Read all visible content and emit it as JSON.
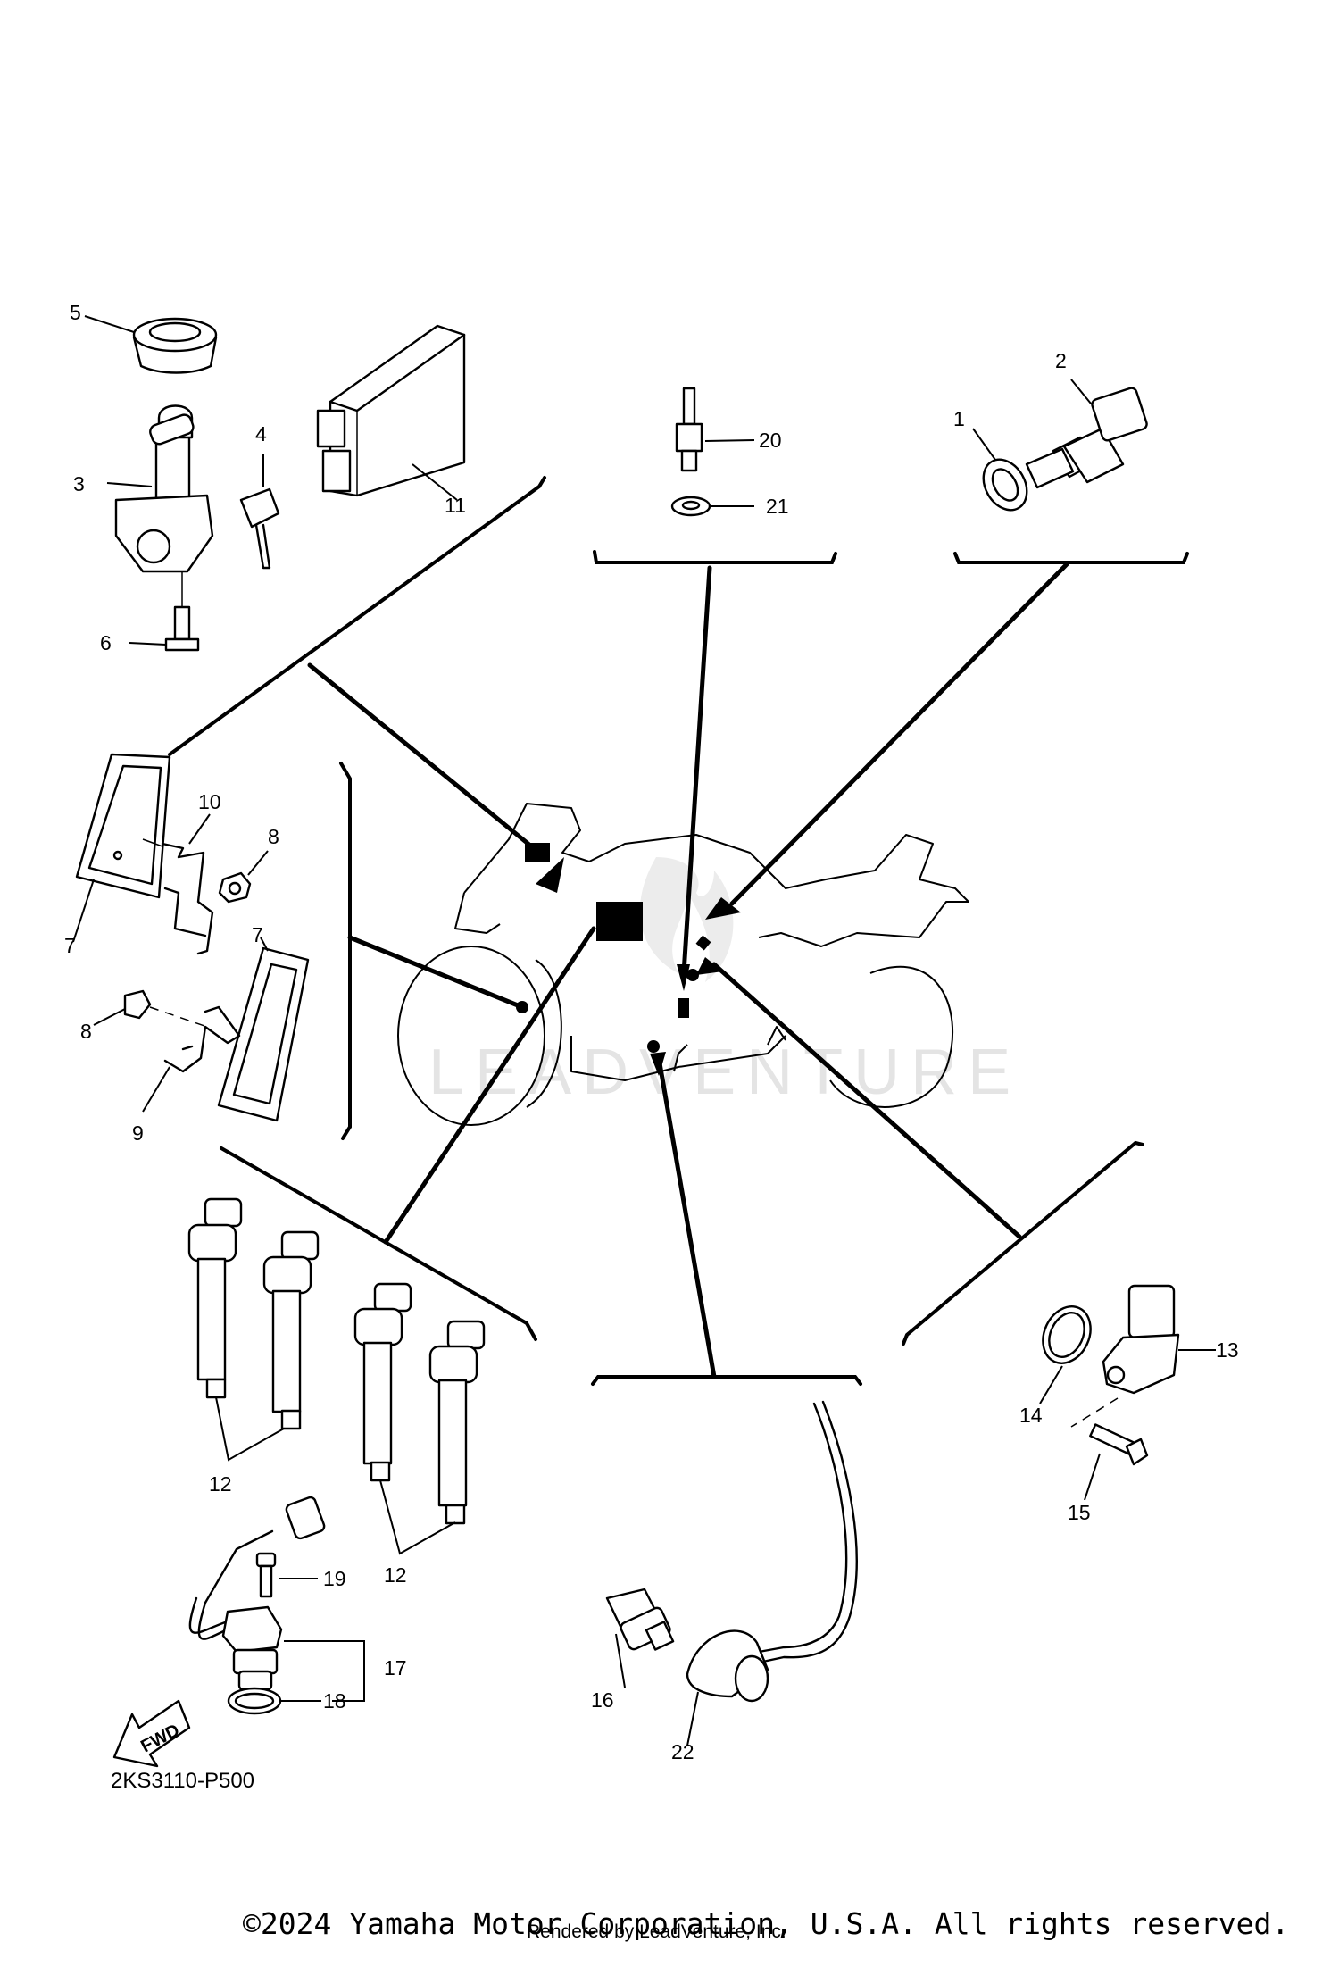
{
  "diagram_code": "2KS3110-P500",
  "copyright": "©2024 Yamaha Motor Corporation, U.S.A. All rights reserved.",
  "rendered_by": "Rendered by LeadVenture, Inc.",
  "watermark": "LEADVENTURE",
  "fwd_label": "FWD",
  "callouts": [
    "1",
    "2",
    "3",
    "4",
    "5",
    "6",
    "7",
    "7",
    "8",
    "8",
    "9",
    "10",
    "11",
    "12",
    "12",
    "13",
    "14",
    "15",
    "16",
    "17",
    "18",
    "19",
    "20",
    "21",
    "22"
  ]
}
